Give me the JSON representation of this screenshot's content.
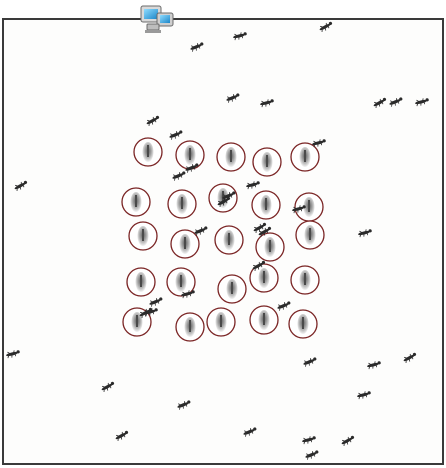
{
  "scene": {
    "border_color": "#3a3a3a",
    "background": "#fdfdfc",
    "monitor_icon": "computer-monitor-icon",
    "circle_color": "#7a2424",
    "insect_color": "#2b2b2b",
    "marker_fill": "#8c8c8c",
    "monitor_screen_color": "#2fa8e0"
  },
  "circle_grid": {
    "rows": 5,
    "columns": 5,
    "marker_count": 25,
    "marker_icon": "insect-marker-icon"
  },
  "scattered_insects": {
    "icon": "insect-icon",
    "count": 40
  }
}
